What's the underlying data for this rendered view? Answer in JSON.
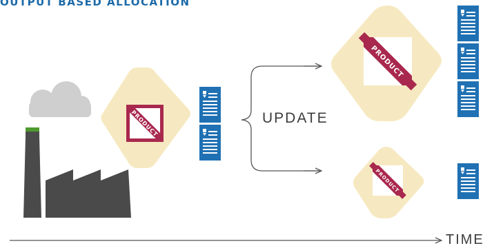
{
  "title": "OUTPUT BASED ALLOCATION",
  "update_label": "UPDATE",
  "time_label": "TIME",
  "product_label": "PRODUCT",
  "icons": {
    "factory": "factory-icon",
    "cloud": "smoke-cloud-icon",
    "product": "product-box-icon",
    "document": "allowance-document-icon"
  },
  "colors": {
    "title_blue": "#1c6aa8",
    "diamond_beige": "#f6e9c1",
    "product_crimson": "#a9284e",
    "document_blue": "#2071b3",
    "factory_gray": "#4a4a4a",
    "cloud_gray": "#cfcfcf",
    "chimney_green": "#4e9a2e",
    "line_gray": "#555555"
  }
}
